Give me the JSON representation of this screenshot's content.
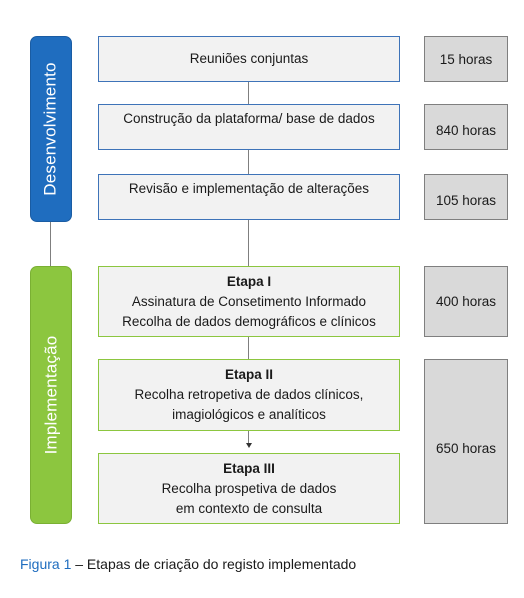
{
  "phases": {
    "development": {
      "label": "Desenvolvimento",
      "color": "#1f6dbf"
    },
    "implementation": {
      "label": "Implementação",
      "color": "#8cc63f"
    }
  },
  "steps": {
    "s1": {
      "text": "Reuniões conjuntas"
    },
    "s2": {
      "text": "Construção da plataforma/ base de dados"
    },
    "s3": {
      "text": "Revisão e implementação de alterações"
    },
    "s4": {
      "title": "Etapa I",
      "line1": "Assinatura de Consetimento Informado",
      "line2": "Recolha de dados demográficos e clínicos"
    },
    "s5": {
      "title": "Etapa II",
      "line1": "Recolha retropetiva de dados clínicos,",
      "line2": "imagiológicos e analíticos"
    },
    "s6": {
      "title": "Etapa III",
      "line1": "Recolha prospetiva de dados",
      "line2": "em contexto de consulta"
    }
  },
  "hours": {
    "h1": "15 horas",
    "h2": "840 horas",
    "h3": "105 horas",
    "h4": "400 horas",
    "h5": "650 horas"
  },
  "caption": {
    "label": "Figura 1",
    "text": " – Etapas de criação do registo implementado",
    "label_color": "#1f6dbf"
  }
}
